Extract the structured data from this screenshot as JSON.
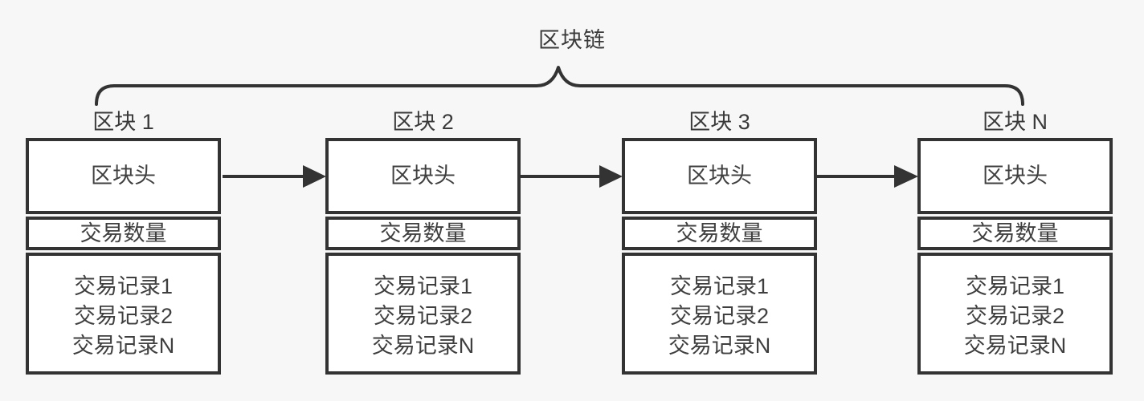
{
  "title": "区块链",
  "blocks": [
    {
      "label": "区块 1",
      "header": "区块头",
      "tx_count": "交易数量",
      "records": [
        "交易记录1",
        "交易记录2",
        "交易记录N"
      ]
    },
    {
      "label": "区块 2",
      "header": "区块头",
      "tx_count": "交易数量",
      "records": [
        "交易记录1",
        "交易记录2",
        "交易记录N"
      ]
    },
    {
      "label": "区块 3",
      "header": "区块头",
      "tx_count": "交易数量",
      "records": [
        "交易记录1",
        "交易记录2",
        "交易记录N"
      ]
    },
    {
      "label": "区块 N",
      "header": "区块头",
      "tx_count": "交易数量",
      "records": [
        "交易记录1",
        "交易记录2",
        "交易记录N"
      ]
    }
  ],
  "colors": {
    "background": "#f7f7f7",
    "box_fill": "#ffffff",
    "line": "#333333",
    "text": "#3a3a3a"
  }
}
